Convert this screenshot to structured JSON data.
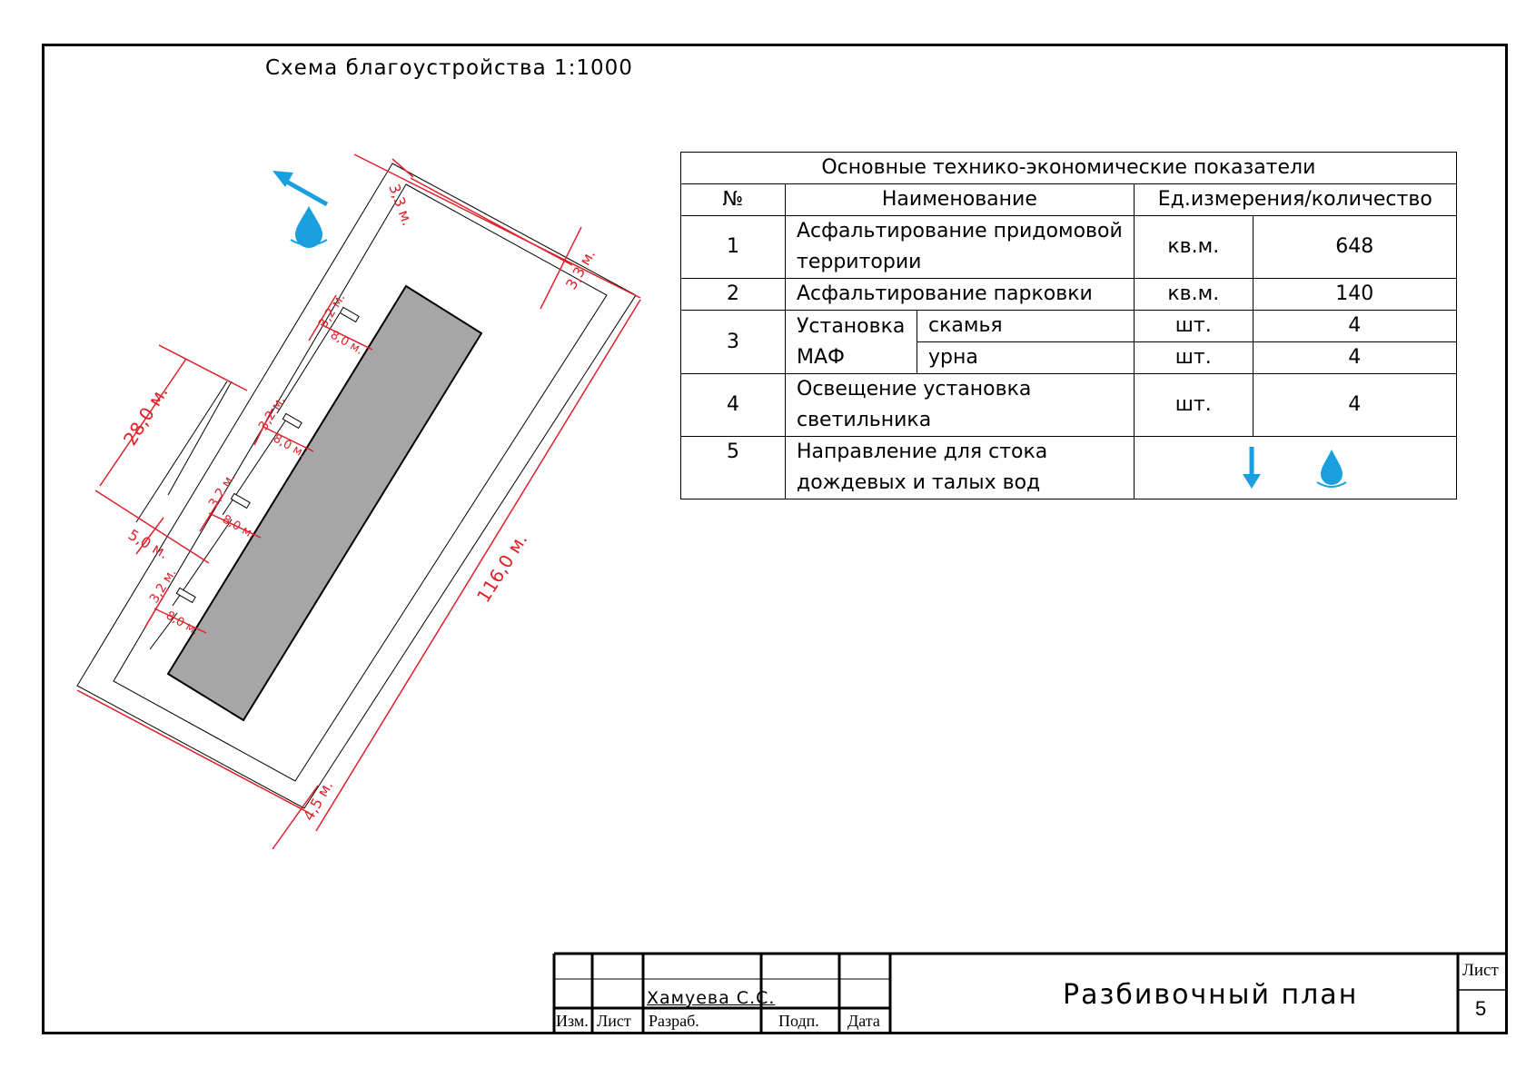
{
  "scheme_title": "Схема благоустройства 1:1000",
  "dimensions": {
    "d1": "3,3 м.",
    "d2": "3,3 м.",
    "d3": "28,0 м.",
    "d4": "116,0 м.",
    "d5": "5,0 м.",
    "d6": "4,5 м.",
    "park": "3,2 м.",
    "park_len": "8,0 м."
  },
  "table": {
    "title": "Основные технико-экономические показатели",
    "headers": [
      "№",
      "Наименование",
      "Ед.измерения/количество"
    ],
    "rows": [
      {
        "num": "1",
        "name_l1": "Асфальтирование придомовой",
        "name_l2": "территории",
        "unit": "кв.м.",
        "qty": "648"
      },
      {
        "num": "2",
        "name_l1": "Асфальтирование парковки",
        "unit": "кв.м.",
        "qty": "140"
      },
      {
        "num": "3",
        "name_l1": "Установка",
        "name_l2": "МАФ",
        "sub": [
          {
            "name": "скамья",
            "unit": "шт.",
            "qty": "4"
          },
          {
            "name": "урна",
            "unit": "шт.",
            "qty": "4"
          }
        ]
      },
      {
        "num": "4",
        "name_l1": "Освещение установка",
        "name_l2": "светильника",
        "unit": "шт.",
        "qty": "4"
      },
      {
        "num": "5",
        "name_l1": "Направление для стока",
        "name_l2": "дождевых и талых вод"
      }
    ]
  },
  "stamp": {
    "col1": "Изм.",
    "col2": "Лист",
    "col3": "Разраб.",
    "col4": "Подп.",
    "col5": "Дата",
    "author": "Хамуева С.С.",
    "title": "Разбивочный план",
    "sheet_label": "Лист",
    "sheet_num": "5"
  },
  "colors": {
    "dimension": "#e0202a",
    "building": "#a6a6a6",
    "water": "#1a9fe0"
  },
  "icons": [
    "arrow-icon",
    "water-drop-icon"
  ]
}
